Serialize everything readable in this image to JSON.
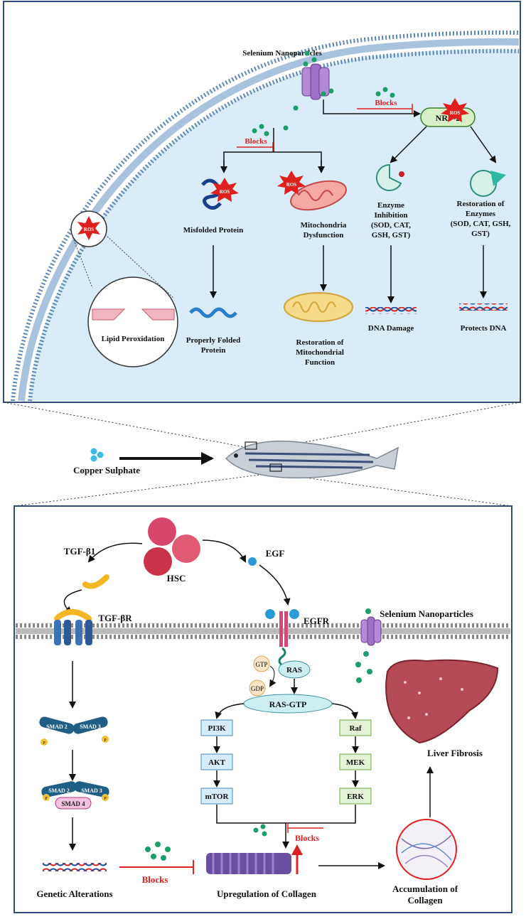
{
  "top_panel": {
    "selenium_label": "Selenium Nanoparticles",
    "blocks_label": "Blocks",
    "nrf2_label": "NRF-2",
    "ros_label": "ROS",
    "misfolded_protein": "Misfolded Protein",
    "mito_dysfunction_l1": "Mitochondria",
    "mito_dysfunction_l2": "Dysfunction",
    "enzyme_inhibition": [
      "Enzyme",
      "Inhibition",
      "(SOD, CAT,",
      "GSH, GST)"
    ],
    "restoration_enzymes": [
      "Restoration of",
      "Enzymes",
      "(SOD, CAT, GSH,",
      "GST)"
    ],
    "lipid_peroxidation": "Lipid Peroxidation",
    "properly_folded": [
      "Properly Folded",
      "Protein"
    ],
    "restoration_mito": [
      "Restoration of",
      "Mitochondrial",
      "Function"
    ],
    "dna_damage": "DNA Damage",
    "protects_dna": "Protects DNA"
  },
  "middle": {
    "copper_sulphate": "Copper Sulphate"
  },
  "bottom_panel": {
    "hsc": "HSC",
    "tgf_b1": "TGF-β1",
    "tgf_br": "TGF-βR",
    "egf": "EGF",
    "egfr": "EGFR",
    "selenium_label": "Selenium Nanoparticles",
    "gtp": "GTP",
    "gdp": "GDP",
    "ras": "RAS",
    "ras_gtp": "RAS-GTP",
    "pi3k": "PI3K",
    "akt": "AKT",
    "mtor": "mTOR",
    "raf": "Raf",
    "mek": "MEK",
    "erk": "ERK",
    "smad2": "SMAD 2",
    "smad3": "SMAD 3",
    "smad4": "SMAD 4",
    "p": "P",
    "liver_fibrosis": "Liver Fibrosis",
    "blocks_label": "Blocks",
    "genetic_alterations": "Genetic Alterations",
    "upregulation": "Upregulation of Collagen",
    "accumulation": [
      "Accumulation of",
      "Collagen"
    ]
  },
  "colors": {
    "cell_bg": "#d9ecf8",
    "membrane": "#5b87b8",
    "ros_red": "#e0201c",
    "nanoparticle": "#1a9e6a",
    "blocks_red": "#e02020"
  }
}
